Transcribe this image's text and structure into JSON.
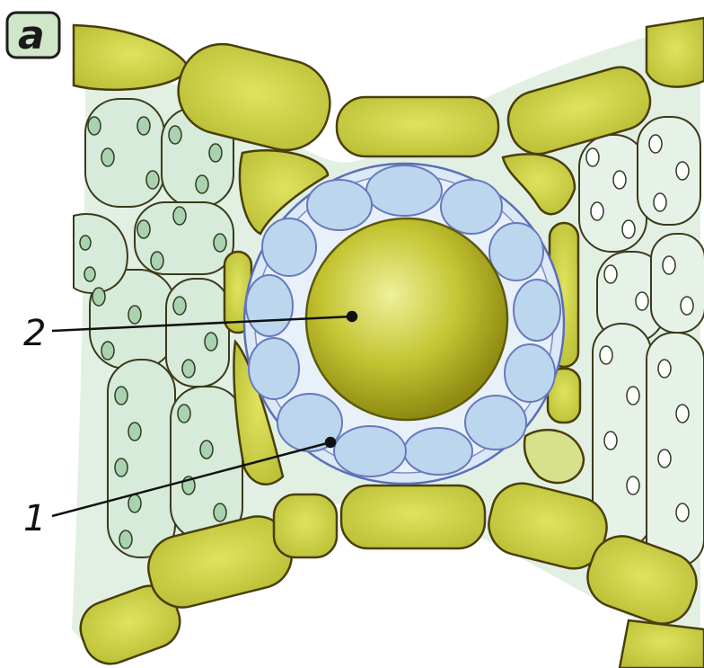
{
  "figure": {
    "panel_label": "a",
    "callouts": [
      {
        "id": "callout-1",
        "text": "1"
      },
      {
        "id": "callout-2",
        "text": "2"
      }
    ]
  },
  "colors": {
    "background": "#ffffff",
    "epidermis_fill": "#cfd44a",
    "epidermis_dark": "#a8ac2c",
    "cell_outline": "#5a4a12",
    "mesophyll_fill": "#dceee0",
    "chloroplast_fill": "#8fc79a",
    "sporangium_wall": "#bcd8ee",
    "sporangium_outline": "#6b7cc0",
    "spore_fill": "#b8b828",
    "spore_highlight": "#e8ec92",
    "panel_badge": "#cfe6c8"
  }
}
